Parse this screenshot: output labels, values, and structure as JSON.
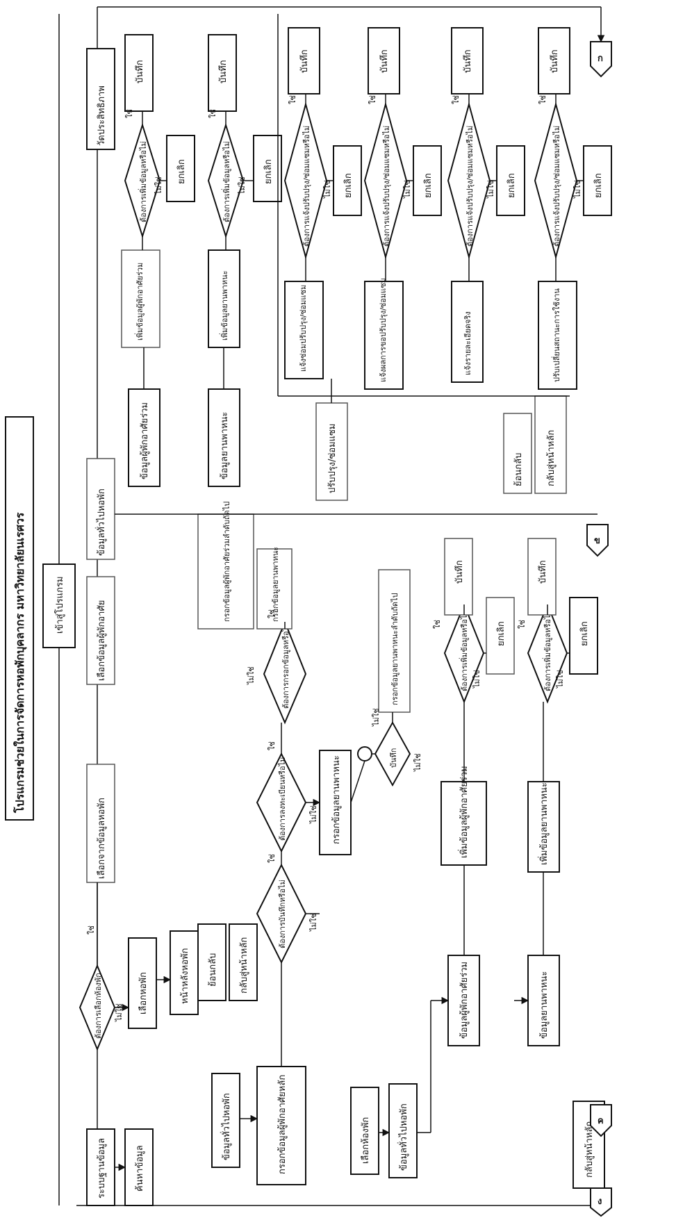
{
  "title": "โปรแกรมช่วยในการจัดการหอพักบุคลากร มหาวิทยาลัยนเรศวร",
  "start": "เข้าสู่โปรแกรม",
  "top_branches": [
    "ระบบฐานข้อมูล",
    "เลือกจากข้อมูลหอพัก",
    "เลือกข้อมูลผู้พักอาศัย",
    "ข้อมูลทั่วไปหอพัก",
    "วัดประสิทธิภาพ"
  ],
  "nodes": {
    "search": "ค้นหาข้อมูล",
    "decision_room": "ต้องการเลือกห้องพัก",
    "select_dorm": "เลือกหอพัก",
    "dorm_page": "หน้าหลังหอพัก",
    "general_info": "ข้อมูลทั่วไปหอพัก",
    "back": "ย้อนกลับ",
    "back_main": "กลับสู่หน้าหลัก",
    "fill_resident": "กรอกข้อมูลผู้พักอาศัยหลัก",
    "decision_save": "ต้องการบันทึกหรือไม่",
    "decision_more": "ต้องการกรอกข้อมูลหรือไม่",
    "fill_co_resident": "กรอกข้อมูลผู้พักอาศัยร่วมลำดับถัดไป",
    "decision_register": "ต้องการลงทะเบียนหรือไม่",
    "fill_vehicle": "กรอกข้อมูลยานพาหนะ",
    "fill_vehicle_2": "กรอกข้อมูลยานพาหนะ",
    "fill_vehicle_next": "กรอกข้อมูลยานพาหนะลำดับถัดไป",
    "save_q": "บันทึก",
    "choose_room": "เลือกห้องพัก",
    "room_info": "ข้อมูลทั่วไปหอพัก",
    "co_resident_info": "ข้อมูลผู้พักอาศัยร่วม",
    "add_co_resident": "เพิ่มข้อมูลผู้พักอาศัยร่วม",
    "vehicle_info": "ข้อมูลยานพาหนะ",
    "add_vehicle": "เพิ่มข้อมูลยานพาหนะ",
    "decision_add": "ต้องการเพิ่มข้อมูลหรือไม่",
    "cancel": "ยกเลิก",
    "save": "บันทึก",
    "repair": "ปรับปรุง/ซ่อมแซม",
    "notify_repair": "แจ้งซ่อมปรับปรุง/ซ่อมแซม",
    "notify_result": "แจ้งผลการขอปรับปรุง/ซ่อมแซม",
    "notify_actual": "แจ้งรายละเอียดจริง",
    "improve_status": "ปรับเปลี่ยนสถานะการใช้งาน",
    "decision_notify": "ต้องการแจ้งปรับปรุง/ซ่อมแซมหรือไม่"
  },
  "edge_labels": {
    "yes": "ใช่",
    "no": "ไม่ใช่"
  },
  "connectors": [
    "ก",
    "ข",
    "ค",
    "ง"
  ]
}
